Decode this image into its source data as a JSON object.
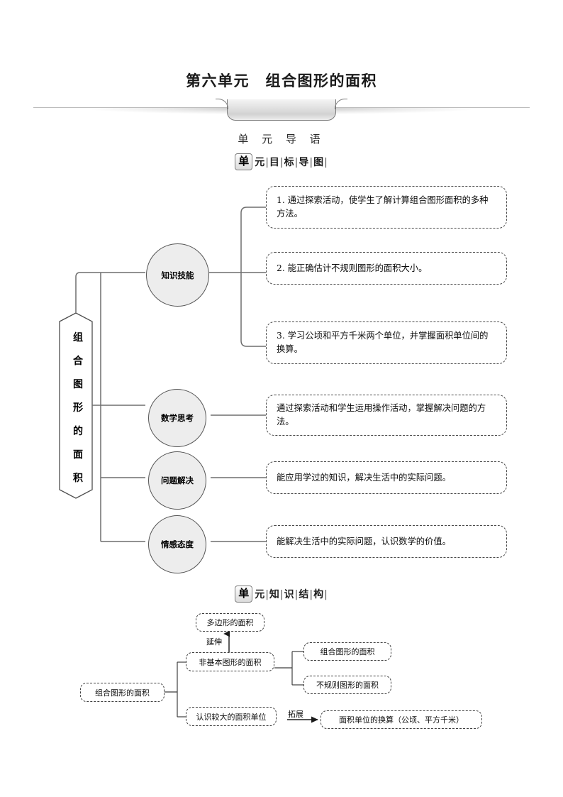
{
  "header": {
    "title": "第六单元　组合图形的面积",
    "guide_label": "单 元 导 语"
  },
  "sections": [
    {
      "badge": "单",
      "rest": [
        "元",
        "目",
        "标",
        "导",
        "图"
      ],
      "name": "unit-goal-map"
    },
    {
      "badge": "单",
      "rest": [
        "元",
        "知",
        "识",
        "结",
        "构"
      ],
      "name": "unit-knowledge-structure"
    }
  ],
  "mindmap": {
    "root_banner": [
      "组",
      "合",
      "图",
      "形",
      "的",
      "面",
      "积"
    ],
    "branches": [
      {
        "circle": "知识技能",
        "items": [
          "1. 通过探索活动，使学生了解计算组合图形面积的多种方法。",
          "2. 能正确估计不规则图形的面积大小。",
          "3. 学习公顷和平方千米两个单位，并掌握面积单位间的换算。"
        ]
      },
      {
        "circle": "数学思考",
        "items": [
          "通过探索活动和学生运用操作活动，掌握解决问题的方法。"
        ]
      },
      {
        "circle": "问题解决",
        "items": [
          "能应用学过的知识，解决生活中的实际问题。"
        ]
      },
      {
        "circle": "情感态度",
        "items": [
          "能解决生活中的实际问题，认识数学的价值。"
        ]
      }
    ]
  },
  "structure": {
    "root": "组合图形的面积",
    "top_node": "多边形的面积",
    "extend_label": "延伸",
    "expand_label": "拓展",
    "branch_a": "非基本图形的面积",
    "branch_a_children": [
      "组合图形的面积",
      "不规则图形的面积"
    ],
    "branch_b": "认识较大的面积单位",
    "branch_b_child": "面积单位的换算（公顷、平方千米）"
  },
  "colors": {
    "line": "#6e6e6e",
    "dash": "#4a4a4a",
    "circle_fill": "#ededed"
  }
}
